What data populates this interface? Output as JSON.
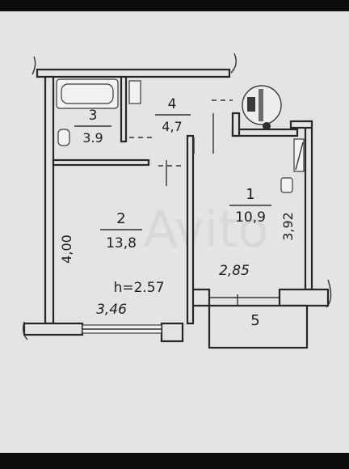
{
  "rooms": [
    {
      "number": "1",
      "area": "10,9"
    },
    {
      "number": "2",
      "area": "13,8"
    },
    {
      "number": "3",
      "area": "3.9"
    },
    {
      "number": "4",
      "area": "4,7"
    },
    {
      "number": "5",
      "area": ""
    }
  ],
  "dimensions": {
    "left_height": "4,00",
    "right_height": "3,92",
    "bottom_width": "3,46",
    "kitchen_width": "2,85",
    "ceiling": "h=2.57"
  },
  "watermark": "Avito",
  "colors": {
    "paper": "#e4e4e4",
    "ink": "#262626",
    "frame": "#0c0c0c"
  }
}
